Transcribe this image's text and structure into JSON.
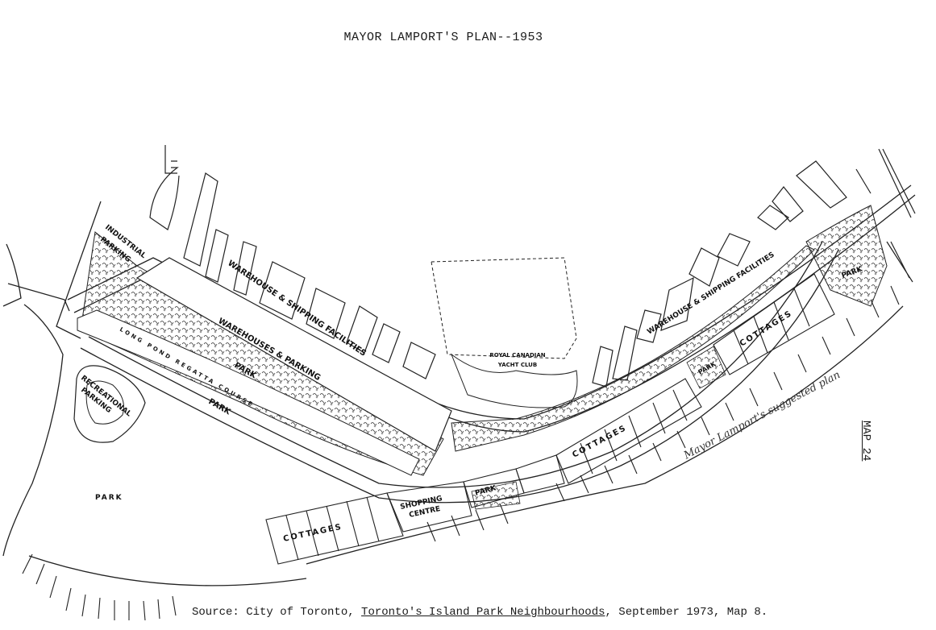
{
  "title": "MAYOR LAMPORT'S PLAN--1953",
  "labels": {
    "industrial_parking_1": "INDUSTRIAL",
    "industrial_parking_2": "PARKING",
    "warehouse_shipping_left": "WAREHOUSE & SHIPPING FACILITIES",
    "warehouse_shipping_right": "WAREHOUSE & SHIPPING FACILITIES",
    "warehouses_parking": "WAREHOUSES & PARKING",
    "park_center": "PARK",
    "long_pond": "LONG POND REGATTA COURSE",
    "park_lower": "PARK",
    "recreational_1": "RECREATIONAL",
    "recreational_2": "PARKING",
    "yacht_club_1": "ROYAL CANADIAN",
    "yacht_club_2": "YACHT CLUB",
    "park_west": "PARK",
    "park_east": "PARK",
    "park_mid": "PARK",
    "park_small": "PARK",
    "cottages_east": "COTTAGES",
    "cottages_mid": "COTTAGES",
    "cottages_west": "COTTAGES",
    "shopping_1": "SHOPPING",
    "shopping_2": "CENTRE"
  },
  "handwritten_note": "Mayor Lamport's suggested plan",
  "map_number": "MAP 24",
  "source": {
    "prefix": "Source:  City of Toronto, ",
    "publication": "Toronto's Island Park Neighbourhoods",
    "suffix": ", September 1973, Map 8."
  }
}
